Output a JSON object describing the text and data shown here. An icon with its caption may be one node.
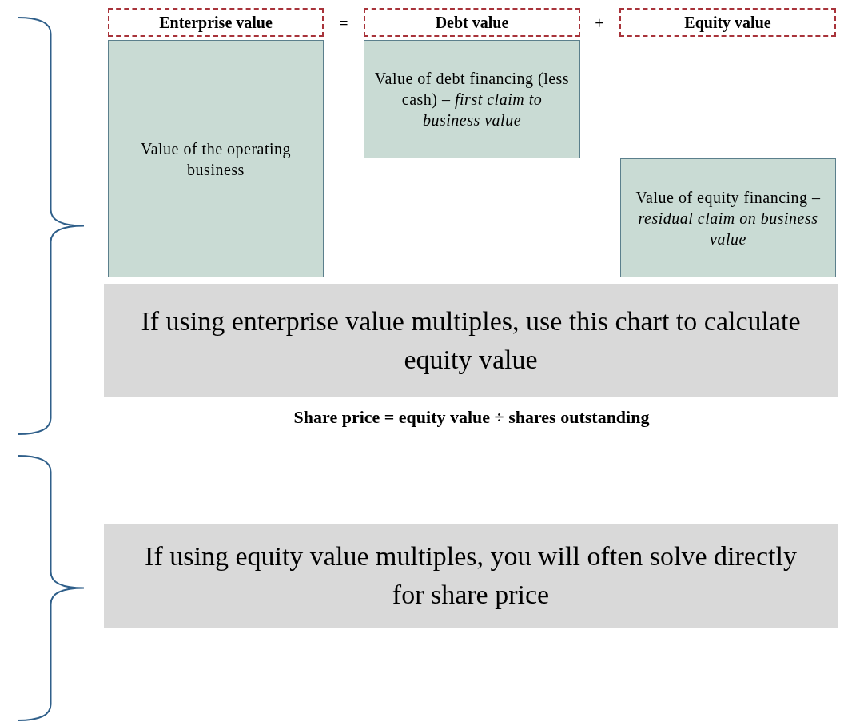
{
  "diagram": {
    "nodes": [
      {
        "text": [
          "Enterprise value"
        ]
      },
      {
        "text": [
          "Debt value"
        ]
      },
      {
        "text": [
          "Equity value"
        ]
      },
      {
        "text": [
          "Value of the operating business"
        ]
      },
      {
        "text": [
          "Value of debt financing (less cash) *– first claim to business value*"
        ]
      },
      {
        "text": [
          "Value of equity financing *– residual claim on business value*"
        ]
      },
      {
        "text": [
          "If using enterprise value multiples, use this chart to calculate equity value"
        ]
      },
      {
        "text": [
          "If using equity value multiples, you will often solve directly for share price"
        ]
      }
    ],
    "labels": [
      "=",
      "+",
      "Share price = equity value ÷ shares outstanding"
    ]
  }
}
